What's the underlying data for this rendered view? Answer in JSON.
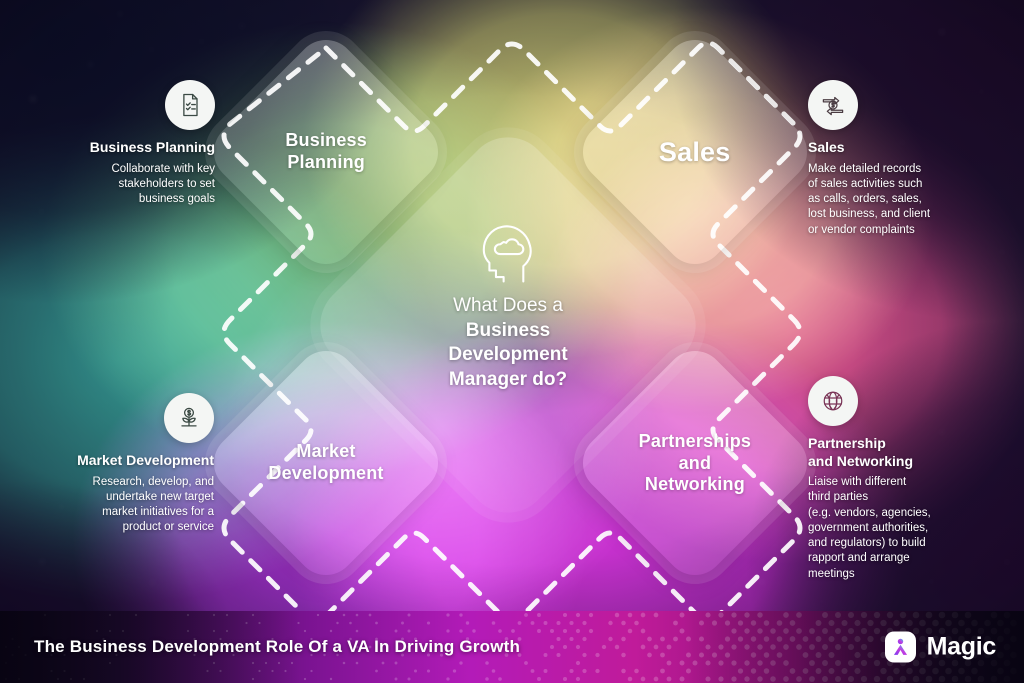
{
  "center": {
    "icon": "head-with-cloud-brain-icon",
    "question_line": "What Does a",
    "bold_line_1": "Business",
    "bold_line_2": "Development",
    "bold_line_3": "Manager do?"
  },
  "nodes": [
    {
      "id": "business-planning",
      "label": "Business\nPlanning"
    },
    {
      "id": "sales",
      "label": "Sales"
    },
    {
      "id": "market-development",
      "label": "Market\nDevelopment"
    },
    {
      "id": "partnerships",
      "label": "Partnerships\nand\nNetworking"
    }
  ],
  "callouts": {
    "business_planning": {
      "icon": "document-checklist-icon",
      "title": "Business Planning",
      "body": "Collaborate with key\nstakeholders to set\nbusiness goals"
    },
    "sales": {
      "icon": "money-exchange-arrows-icon",
      "title": "Sales",
      "body": "Make detailed records\nof sales activities such\nas calls, orders, sales,\nlost business, and client\nor vendor complaints"
    },
    "market_development": {
      "icon": "money-plant-growth-icon",
      "title": "Market Development",
      "body": "Research, develop, and\nundertake new target\nmarket initiatives for a\nproduct or service"
    },
    "partnership": {
      "icon": "globe-network-icon",
      "title_line_1": "Partnership",
      "title_line_2": "and Networking",
      "body": "Liaise with different\nthird parties\n(e.g. vendors, agencies,\ngovernment authorities,\nand regulators) to build\nrapport and arrange\nmeetings"
    }
  },
  "banner": {
    "title": "The Business Development Role Of a VA In Driving Growth",
    "logo_mark": "magic-logo-icon",
    "logo_text": "Magic"
  },
  "colors": {
    "accent_magenta": "#b31bb8",
    "accent_purple": "#7a1391",
    "teal": "#1e8f78",
    "green": "#5c9a3a",
    "olive": "#b2b04a",
    "pink": "#d0406f",
    "node_fill": "rgba(255,255,255,0.24)",
    "dash_stroke": "#ffffff",
    "text": "#ffffff"
  }
}
